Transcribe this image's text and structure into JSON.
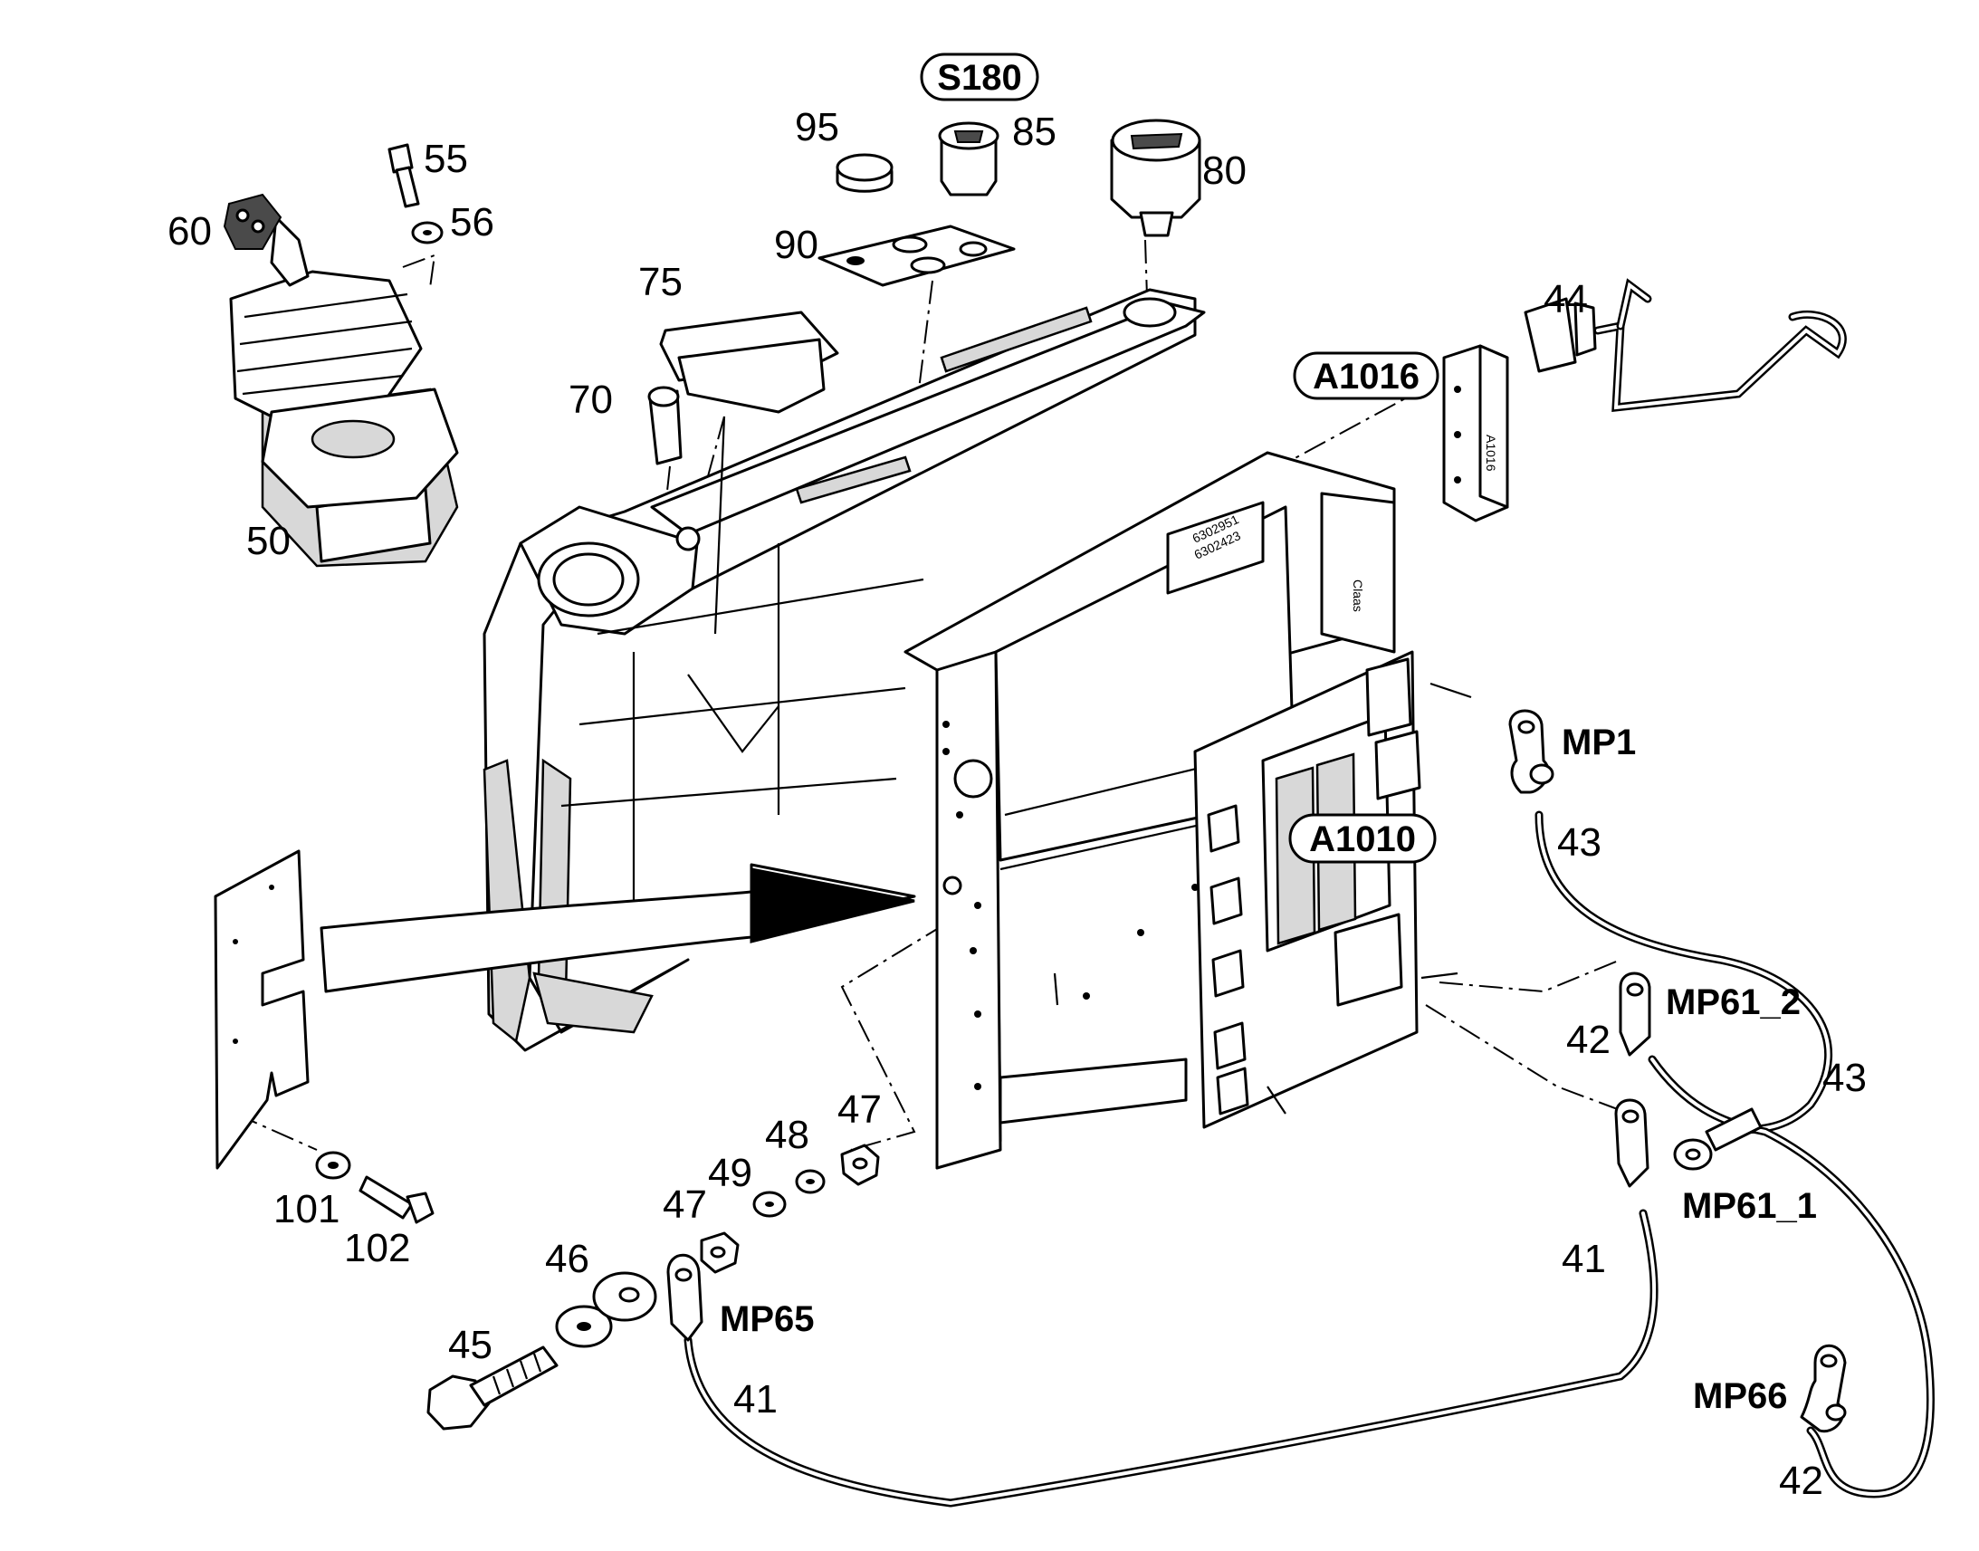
{
  "diagram": {
    "callouts": {
      "n41a": "41",
      "n41b": "41",
      "n42a": "42",
      "n42b": "42",
      "n43a": "43",
      "n43b": "43",
      "n44": "44",
      "n45": "45",
      "n46": "46",
      "n47a": "47",
      "n47b": "47",
      "n48": "48",
      "n49": "49",
      "n50": "50",
      "n55": "55",
      "n56": "56",
      "n60": "60",
      "n70": "70",
      "n75": "75",
      "n80": "80",
      "n85": "85",
      "n90": "90",
      "n95": "95",
      "n101": "101",
      "n102": "102"
    },
    "tags": {
      "s180": "S180",
      "a1016": "A1016",
      "a1010": "A1010",
      "mp1": "MP1",
      "mp61_2": "MP61_2",
      "mp61_1": "MP61_1",
      "mp65": "MP65",
      "mp66": "MP66"
    },
    "stamps": {
      "line1": "6302951",
      "line2": "6302423",
      "module": "A1016",
      "brand": "Claas"
    }
  }
}
